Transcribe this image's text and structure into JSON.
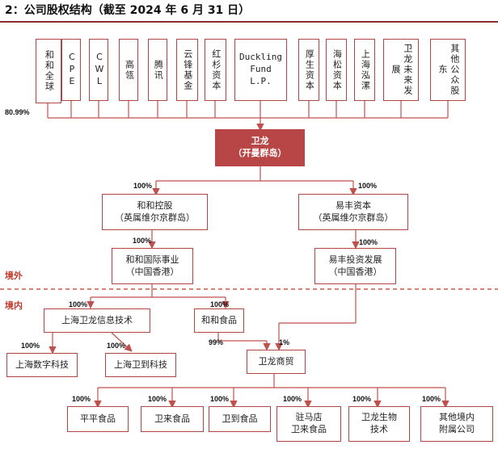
{
  "title": "2：公司股权结构（截至 2024 年 6 月 31 日）",
  "shareholders": [
    {
      "label": "和和全球"
    },
    {
      "label": "CPE"
    },
    {
      "label": "CWL"
    },
    {
      "label": "高瓴"
    },
    {
      "label": "腾讯"
    },
    {
      "label": "云锋基金"
    },
    {
      "label": "红杉资本"
    },
    {
      "label": "Duckling\nFund\nL.P."
    },
    {
      "label": "厚生资本"
    },
    {
      "label": "海松资本"
    },
    {
      "label": "上海泓漯"
    },
    {
      "label": "卫龙未来发展"
    },
    {
      "label": "其他公众股东"
    }
  ],
  "top_pct": "80.99%",
  "main": {
    "line1": "卫龙",
    "line2": "（开曼群岛）"
  },
  "level1": [
    {
      "line1": "和和控股",
      "line2": "（英属维尔京群岛）",
      "pct": "100%"
    },
    {
      "line1": "易丰资本",
      "line2": "（英属维尔京群岛）",
      "pct": "100%"
    }
  ],
  "level2": [
    {
      "line1": "和和国际事业",
      "line2": "（中国香港）",
      "pct": "100%"
    },
    {
      "line1": "易丰投资发展",
      "line2": "（中国香港）",
      "pct": "100%"
    }
  ],
  "regions": {
    "outside": "境外",
    "inside": "境内"
  },
  "domestic": {
    "sh_info": {
      "label": "上海卫龙信息技术",
      "pct": "100%"
    },
    "hehe_food": {
      "label": "和和食品",
      "pct": "100%"
    },
    "sh_digital": {
      "label": "上海数字科技",
      "pct": "100%"
    },
    "sh_weidao": {
      "label": "上海卫到科技",
      "pct": "100%"
    },
    "trade": {
      "label": "卫龙商贸",
      "pct_left": "99%",
      "pct_right": "1%"
    }
  },
  "subsidiaries": [
    {
      "line1": "平平食品",
      "line2": "",
      "pct": "100%"
    },
    {
      "line1": "卫来食品",
      "line2": "",
      "pct": "100%"
    },
    {
      "line1": "卫到食品",
      "line2": "",
      "pct": "100%"
    },
    {
      "line1": "驻马店",
      "line2": "卫来食品",
      "pct": "100%"
    },
    {
      "line1": "卫龙生物",
      "line2": "技术",
      "pct": "100%"
    },
    {
      "line1": "其他境内",
      "line2": "附属公司",
      "pct": "100%"
    }
  ],
  "colors": {
    "accent": "#B94646",
    "line": "#c0504d",
    "title_rule": "#8B2E2E"
  }
}
